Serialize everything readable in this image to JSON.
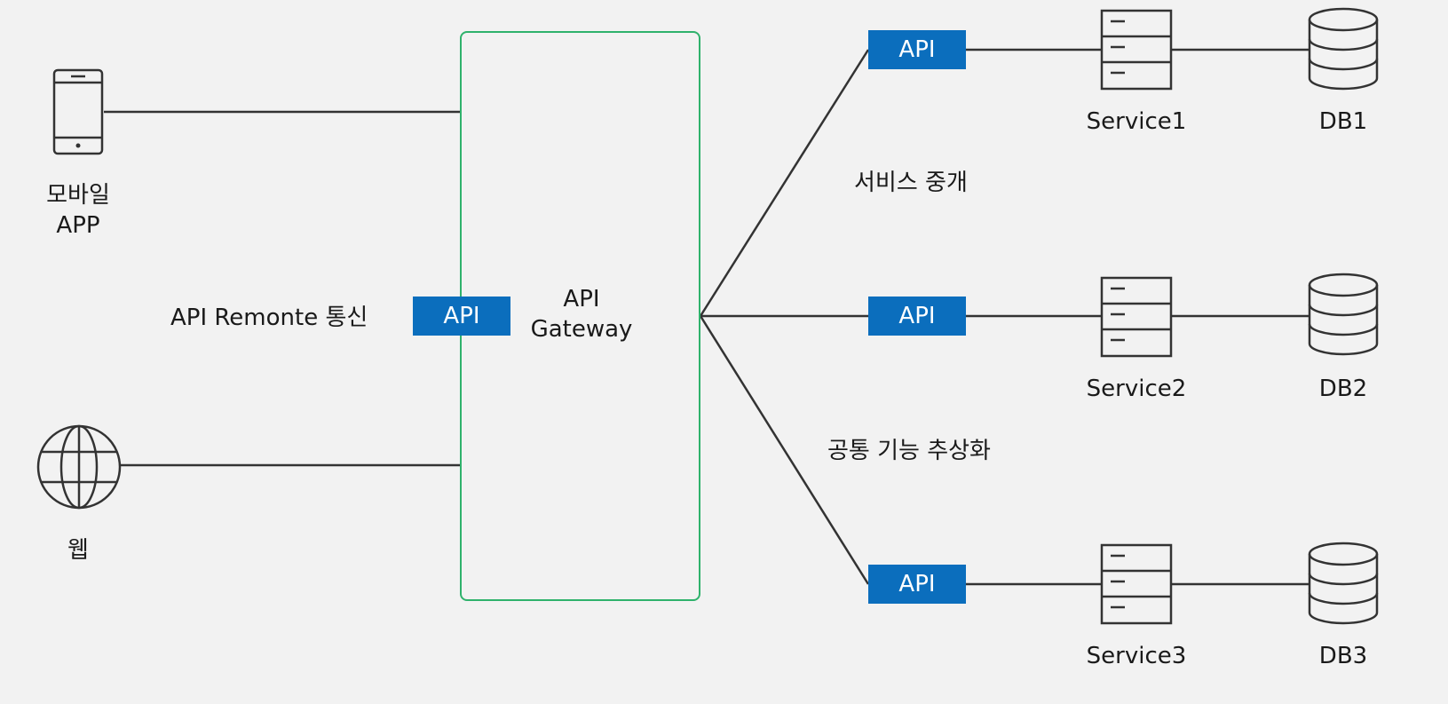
{
  "clients": {
    "mobile_label_line1": "모바일",
    "mobile_label_line2": "APP",
    "web_label": "웹"
  },
  "gateway": {
    "label_line1": "API",
    "label_line2": "Gateway",
    "api_badge": "API",
    "remote_label": "API Remonte 통신"
  },
  "annotations": {
    "service_relay": "서비스 중개",
    "common_abstraction": "공통 기능 추상화"
  },
  "services": [
    {
      "api": "API",
      "name": "Service1",
      "db": "DB1"
    },
    {
      "api": "API",
      "name": "Service2",
      "db": "DB2"
    },
    {
      "api": "API",
      "name": "Service3",
      "db": "DB3"
    }
  ],
  "colors": {
    "api_badge": "#0b6ebd",
    "gateway_border": "#2fb26c",
    "line": "#333333",
    "background": "#f2f2f2"
  },
  "icons": [
    "mobile-phone-icon",
    "globe-icon",
    "server-icon",
    "database-icon"
  ]
}
